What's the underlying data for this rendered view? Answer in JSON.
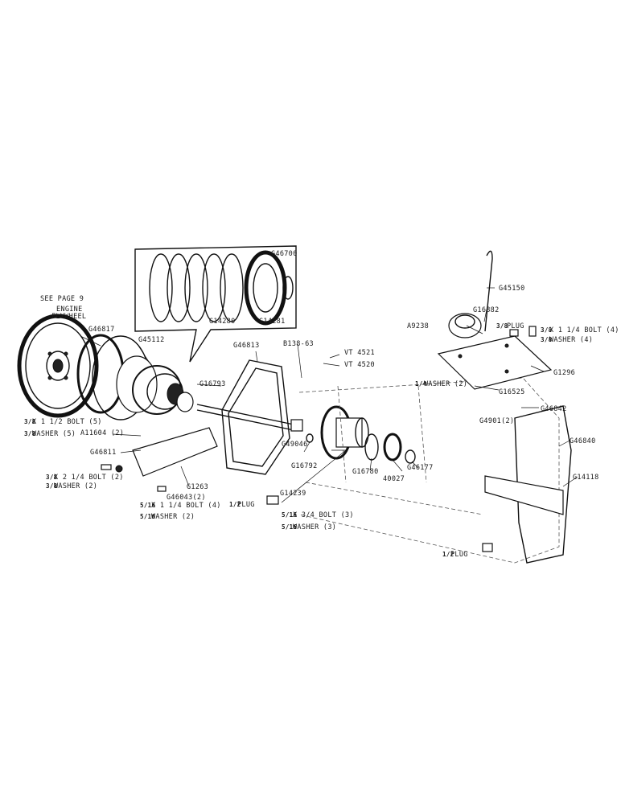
{
  "labels": {
    "see_page": "SEE PAGE 9",
    "engine": "ENGINE",
    "flywheel": "FLYWHEEL",
    "g46817": "G46817",
    "g45112": "G45112",
    "g46700": "G46700",
    "g14280": "G14280",
    "g14281": "G14281",
    "g46813": "G46813",
    "b138_63": "B138-63",
    "vt4521": "VT 4521",
    "vt4520": "VT 4520",
    "g16793": "G16793",
    "g45150": "G45150",
    "a9238": "A9238",
    "g16882": "G16882",
    "plug_top_frac": "3/8",
    "plug_top": "PLUG",
    "bolt4_frac": "3/8",
    "bolt4": "X 1 1/4  BOLT (4)",
    "washer4_frac": "3/8",
    "washer4": "WASHER (4)",
    "g1296": "G1296",
    "washer2_frac": "1/4",
    "washer2": "WASHER (2)",
    "g16525": "G16525",
    "g46842": "G46842",
    "g4901": "G4901(2)",
    "g46840": "G46840",
    "g14118": "G14118",
    "bolt5_frac": "3/8",
    "bolt5": "X 1 1/2  BOLT (5)",
    "washer5_frac": "3/8",
    "washer5": "WASHER (5)",
    "a11604": "A11604 (2)",
    "g46811": "G46811",
    "bolt2a_frac": "3/8",
    "bolt2a": "X 2 1/4  BOLT (2)",
    "washer2a_frac": "3/8",
    "washer2a": "WASHER (2)",
    "g46043": "G46043(2)",
    "g1263": "G1263",
    "bolt4b_frac": "5/16",
    "bolt4b": "X 1 1/4  BOLT (4)",
    "washer2b_frac": "5/16",
    "washer2b": "WASHER (2)",
    "g49046": "G49046",
    "g16792": "G16792",
    "g16780": "G16780",
    "n40027": "40027",
    "g46177": "G46177",
    "plug_mid_frac": "1/2",
    "plug_mid": "PLUG",
    "g14239": "G14239",
    "bolt3_frac": "5/16",
    "bolt3": "X 3/4  BOLT (3)",
    "washer3_frac": "5/16",
    "washer3": "WASHER (3)",
    "plug_bot_frac": "1/2",
    "plug_bot": "PLUG"
  }
}
